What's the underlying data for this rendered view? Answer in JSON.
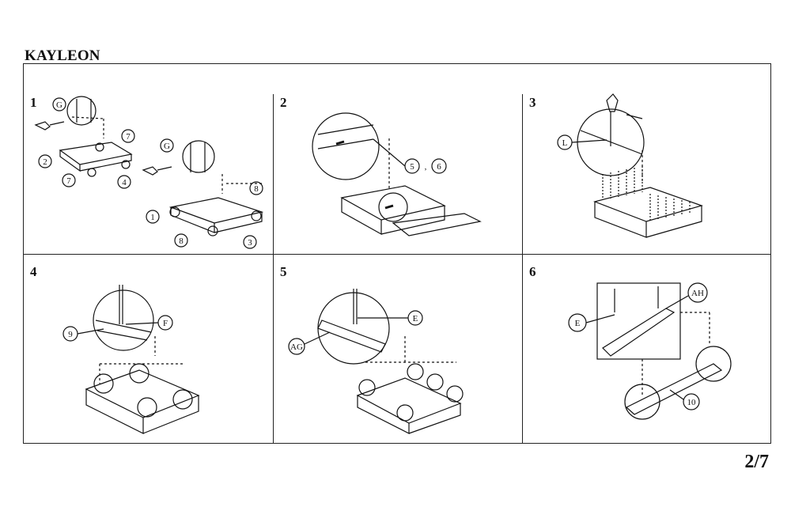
{
  "document": {
    "title": "KAYLEON",
    "page": "2/7"
  },
  "steps": [
    {
      "number": "1",
      "labels": [
        "G",
        "7",
        "2",
        "7",
        "4",
        "G",
        "8",
        "1",
        "8",
        "3"
      ]
    },
    {
      "number": "2",
      "labels": [
        "5",
        ",",
        "6"
      ]
    },
    {
      "number": "3",
      "labels": [
        "L"
      ]
    },
    {
      "number": "4",
      "labels": [
        "9",
        "F"
      ]
    },
    {
      "number": "5",
      "labels": [
        "E",
        "AG"
      ]
    },
    {
      "number": "6",
      "labels": [
        "AH",
        "E",
        "10"
      ]
    }
  ]
}
